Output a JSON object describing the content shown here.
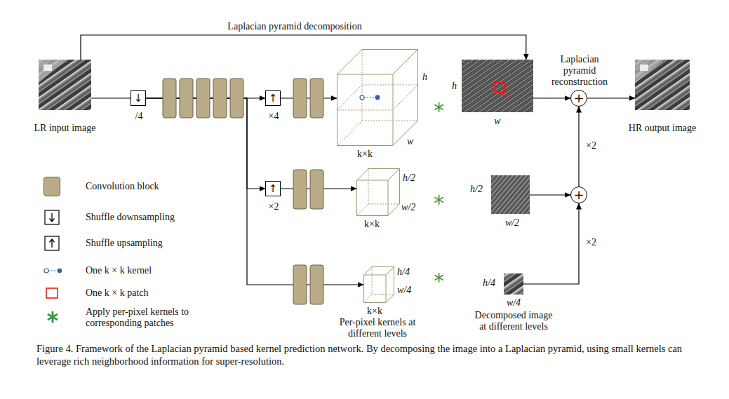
{
  "diagram": {
    "caption": "Figure 4. Framework of the Laplacian pyramid based kernel prediction network. By decomposing the image into a Laplacian pyramid, using small kernels can leverage rich neighborhood information for super-resolution.",
    "nodes": [
      {
        "text": [
          "LR input image"
        ]
      },
      {
        "text": [
          "↓",
          "/4"
        ]
      },
      {
        "text": [
          "↑",
          "×4"
        ]
      },
      {
        "text": [
          "h",
          "w",
          "k×k"
        ]
      },
      {
        "text": [
          "h",
          "w"
        ]
      },
      {
        "text": [
          "Laplacian pyramid reconstruction",
          "+"
        ]
      },
      {
        "text": [
          "HR output image"
        ]
      },
      {
        "text": [
          "↑",
          "×2"
        ]
      },
      {
        "text": [
          "h/2",
          "w/2",
          "k×k"
        ]
      },
      {
        "text": [
          "h/2",
          "w/2"
        ]
      },
      {
        "text": [
          "+"
        ]
      },
      {
        "text": [
          "h/4",
          "w/4",
          "k×k",
          "Per-pixel kernels at different levels"
        ]
      },
      {
        "text": [
          "h/4",
          "w/4",
          "Decomposed image at different levels"
        ]
      }
    ],
    "edges": [
      {
        "from": 0,
        "to": 4,
        "label": "Laplacian pyramid decomposition",
        "arrow": "to"
      },
      {
        "from": 0,
        "to": 1,
        "arrow": "none"
      },
      {
        "from": 1,
        "to": 2,
        "arrow": "to"
      },
      {
        "from": 1,
        "to": 7,
        "arrow": "to"
      },
      {
        "from": 1,
        "to": 11,
        "arrow": "to"
      },
      {
        "from": 2,
        "to": 3,
        "arrow": "to"
      },
      {
        "from": 7,
        "to": 8,
        "arrow": "to"
      },
      {
        "from": 4,
        "to": 5,
        "arrow": "to"
      },
      {
        "from": 5,
        "to": 6,
        "arrow": "to"
      },
      {
        "from": 9,
        "to": 10,
        "arrow": "to"
      },
      {
        "from": 12,
        "to": 10,
        "label": "×2",
        "arrow": "to"
      },
      {
        "from": 10,
        "to": 5,
        "label": "×2",
        "arrow": "to"
      }
    ],
    "labels": [
      "*",
      "*",
      "*"
    ],
    "legend": [
      {
        "text": "Convolution block",
        "color": "#b8ab86"
      },
      {
        "text": "Shuffle downsampling"
      },
      {
        "text": "Shuffle upsampling"
      },
      {
        "text": "One k × k kernel"
      },
      {
        "text": "One k × k patch"
      },
      {
        "text": "Apply per-pixel kernels to corresponding patches"
      }
    ]
  }
}
